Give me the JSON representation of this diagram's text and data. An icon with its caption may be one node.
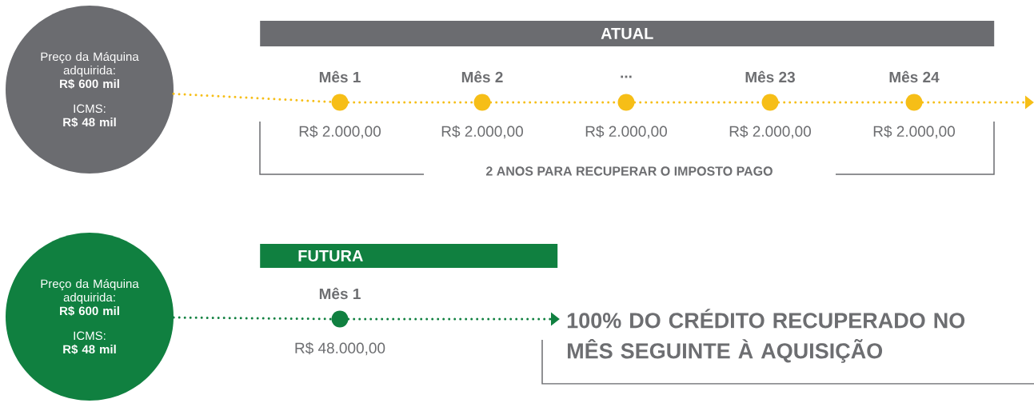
{
  "diagram": {
    "nodes": [
      {
        "text": [
          "Preço da Máquina adquirida:",
          "R$ 600 mil",
          "ICMS:",
          "R$ 48 mil"
        ]
      },
      {
        "text": [
          "ATUAL"
        ]
      },
      {
        "text": [],
        "shape": "circle",
        "beside": [
          "Mês 1",
          "R$ 2.000,00"
        ]
      },
      {
        "text": [],
        "shape": "circle",
        "beside": [
          "Mês 2",
          "R$ 2.000,00"
        ]
      },
      {
        "text": [],
        "shape": "circle",
        "beside": [
          "...",
          "R$ 2.000,00"
        ]
      },
      {
        "text": [],
        "shape": "circle",
        "beside": [
          "Mês 23",
          "R$ 2.000,00"
        ]
      },
      {
        "text": [],
        "shape": "circle",
        "beside": [
          "Mês 24",
          "R$ 2.000,00"
        ]
      },
      {
        "text": [
          "Preço da Máquina adquirida:",
          "R$ 600 mil",
          "ICMS:",
          "R$ 48 mil"
        ]
      },
      {
        "text": [
          "FUTURA"
        ]
      },
      {
        "text": [],
        "shape": "circle",
        "beside": [
          "Mês 1",
          "R$ 48.000,00"
        ]
      },
      {
        "text": [
          "100% DO CRÉDITO RECUPERADO NO MÊS SEGUINTE À AQUISIÇÃO"
        ]
      }
    ],
    "edges": [
      {
        "from": 0,
        "to": 2,
        "arrow": "none",
        "color": "#f6be17"
      },
      {
        "from": 2,
        "to": 3,
        "arrow": "none",
        "color": "#f6be17"
      },
      {
        "from": 3,
        "to": 4,
        "arrow": "none",
        "color": "#f6be17"
      },
      {
        "from": 4,
        "to": 5,
        "arrow": "none",
        "color": "#f6be17"
      },
      {
        "from": 5,
        "to": 6,
        "arrow": "none",
        "color": "#f6be17"
      },
      {
        "from": 6,
        "to": null,
        "arrow": "to",
        "color": "#f6be17"
      },
      {
        "from": 7,
        "to": 9,
        "arrow": "none",
        "color": "#108040"
      },
      {
        "from": 9,
        "to": 10,
        "arrow": "to",
        "color": "#108040"
      }
    ],
    "labels": [
      "2 ANOS PARA RECUPERAR O IMPOSTO PAGO"
    ]
  }
}
